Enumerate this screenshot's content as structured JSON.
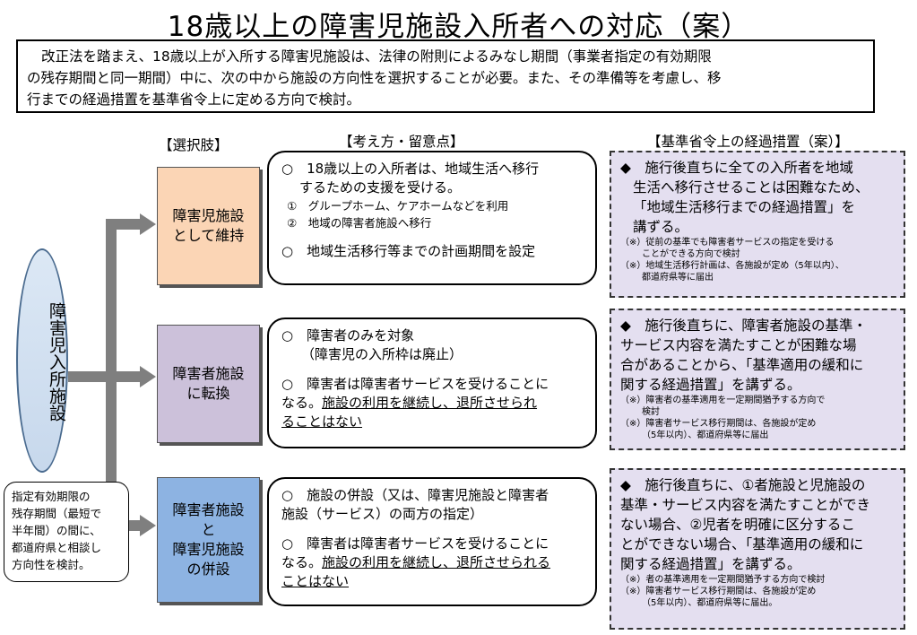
{
  "title": "18歳以上の障害児施設入所者への対応（案）",
  "intro": {
    "line1": "改正法を踏まえ、18歳以上が入所する障害児施設は、法律の附則によるみなし期間（事業者指定の有効期限",
    "line2": "の残存期間と同一期間）中に、次の中から施設の方向性を選択することが必要。また、その準備等を考慮し、移",
    "line3": "行までの経過措置を基準省令上に定める方向で検討。"
  },
  "headers": {
    "choices": "【選択肢】",
    "points": "【考え方・留意点】",
    "measures": "【基準省令上の経過措置（案）】"
  },
  "oval_label": "障害児入所施設",
  "side_note": {
    "line1": "指定有効期限の",
    "line2": "残存期間（最短で",
    "line3": "半年間）の間に、",
    "line4": "都道府県と相談し",
    "line5": "方向性を検討。"
  },
  "rows": [
    {
      "choice_line1": "障害児施設",
      "choice_line2": "として維持",
      "choice_color": "#fbd5b5",
      "point_a1": "○　18歳以上の入所者は、地域生活へ移行",
      "point_a2": "するための支援を受ける。",
      "sub1": "①　グループホーム、ケアホームなどを利用",
      "sub2": "②　地域の障害者施設へ移行",
      "point_b": "○　地域生活移行等までの計画期間を設定",
      "measure_main1": "◆　施行後直ちに全ての入所者を地域",
      "measure_main2": "生活へ移行させることは困難なため、",
      "measure_main3": "「地域生活移行までの経過措置」を",
      "measure_main4": "講ずる。",
      "note1a": "（※）従前の基準でも障害者サービスの指定を受ける",
      "note1b": "ことができる方向で検討",
      "note2a": "（※）地域生活移行計画は、各施設が定め（5年以内）、",
      "note2b": "都道府県等に届出"
    },
    {
      "choice_line1": "障害者施設",
      "choice_line2": "に転換",
      "choice_color": "#ccc1da",
      "point_a1": "○　障害者のみを対象",
      "point_a2": "（障害児の入所枠は廃止）",
      "point_b1": "○　障害者は障害者サービスを受けることに",
      "point_b2_plain": "なる。",
      "point_b2_u": "施設の利用を継続し、退所させられ",
      "point_b3_u": "ることはない",
      "measure_main1": "◆　施行後直ちに、障害者施設の基準・",
      "measure_main2": "サービス内容を満たすことが困難な場",
      "measure_main3": "合があることから、「基準適用の緩和に",
      "measure_main4": "関する経過措置」を講ずる。",
      "note1a": "（※）障害者の基準適用を一定期間猶予する方向で",
      "note1b": "検討",
      "note2a": "（※）障害者サービス移行期間は、各施設が定め",
      "note2b": "（5年以内）、都道府県等に届出"
    },
    {
      "choice_line1": "障害者施設",
      "choice_line2": "と",
      "choice_line3": "障害児施設",
      "choice_line4": "の併設",
      "choice_color": "#8db3e2",
      "point_a1": "○　施設の併設（又は、障害児施設と障害者",
      "point_a2": "施設（サービス）の両方の指定）",
      "point_b1": "○　障害者は障害者サービスを受けることに",
      "point_b2_plain": "なる。",
      "point_b2_u": "施設の利用を継続し、退所させられる",
      "point_b3_u": "ことはない",
      "measure_main1": "◆　施行後直ちに、①者施設と児施設の",
      "measure_main2": "基準・サービス内容を満たすことができ",
      "measure_main3": "ない場合、②児者を明確に区分するこ",
      "measure_main4": "とができない場合、「基準適用の緩和に",
      "measure_main5": "関する経過措置」を講ずる。",
      "note1a": "（※）者の基準適用を一定期間猶予する方向で検討",
      "note2a": "（※）障害者サービス移行期間は、各施設が定め",
      "note2b": "（5年以内）、都道府県等に届出。"
    }
  ]
}
